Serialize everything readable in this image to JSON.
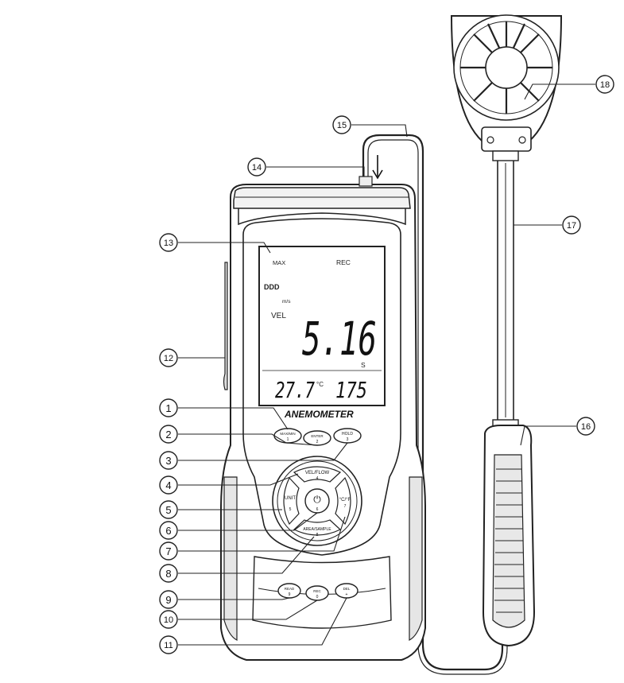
{
  "device": {
    "brand_label": "ANEMOMETER",
    "lcd": {
      "max": "MAX",
      "rec": "REC",
      "battery": "DDD",
      "unit": "m/s",
      "mode": "VEL",
      "main_value": "5.16",
      "s_indicator": "S",
      "temp_value": "27.7",
      "temp_unit": "°C",
      "secondary_value": "175"
    },
    "buttons": {
      "maxmin": {
        "line1": "MAX/MIN",
        "line2": "1"
      },
      "enter": {
        "line1": "ENTER",
        "line2": "2"
      },
      "hold": {
        "line1": "HOLD",
        "line2": "3"
      },
      "velflow": {
        "line1": "VEL/FLOW",
        "line2": "4"
      },
      "unit": {
        "line1": "UNIT",
        "line2": "5"
      },
      "power": {
        "line1": "⏻",
        "line2": "6"
      },
      "cf": {
        "line1": "°C/°F",
        "line2": "7"
      },
      "areasample": {
        "line1": "AREA/SAMPLE",
        "line2": "8"
      },
      "read": {
        "line1": "READ",
        "line2": "9"
      },
      "rec": {
        "line1": "REC",
        "line2": "0"
      },
      "del": {
        "line1": "DEL",
        "line2": "+"
      }
    }
  },
  "callouts": [
    "1",
    "2",
    "3",
    "4",
    "5",
    "6",
    "7",
    "8",
    "9",
    "10",
    "11",
    "12",
    "13",
    "14",
    "15",
    "16",
    "17",
    "18"
  ]
}
